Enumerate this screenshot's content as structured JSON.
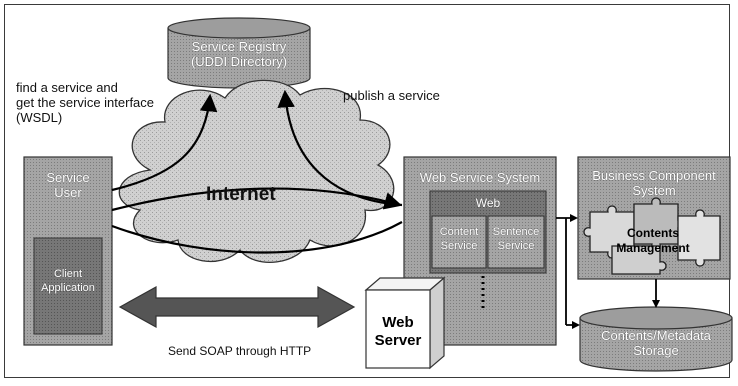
{
  "registry": {
    "line1": "Service Registry",
    "line2": "(UDDI Directory)"
  },
  "find_text": {
    "line1": "find a service and",
    "line2": "get the service interface",
    "line3": "(WSDL)"
  },
  "publish_text": "publish a service",
  "internet": "Internet",
  "service_user": {
    "line1": "Service",
    "line2": "User"
  },
  "client_app": {
    "line1": "Client",
    "line2": "Application"
  },
  "web_service_system": {
    "title": "Web Service System",
    "web_label": "Web",
    "content_service": {
      "line1": "Content",
      "line2": "Service"
    },
    "sentence_service": {
      "line1": "Sentence",
      "line2": "Service"
    }
  },
  "business": {
    "line1": "Business Component",
    "line2": "System",
    "puzzle_line1": "Contents",
    "puzzle_line2": "Management"
  },
  "storage": {
    "line1": "Contents/Metadata",
    "line2": "Storage"
  },
  "web_server": {
    "line1": "Web",
    "line2": "Server"
  },
  "soap_text": "Send SOAP through HTTP",
  "colors": {
    "box_gray": "#9a9a9a",
    "dark_gray": "#6a6a6a",
    "line": "#000000"
  }
}
